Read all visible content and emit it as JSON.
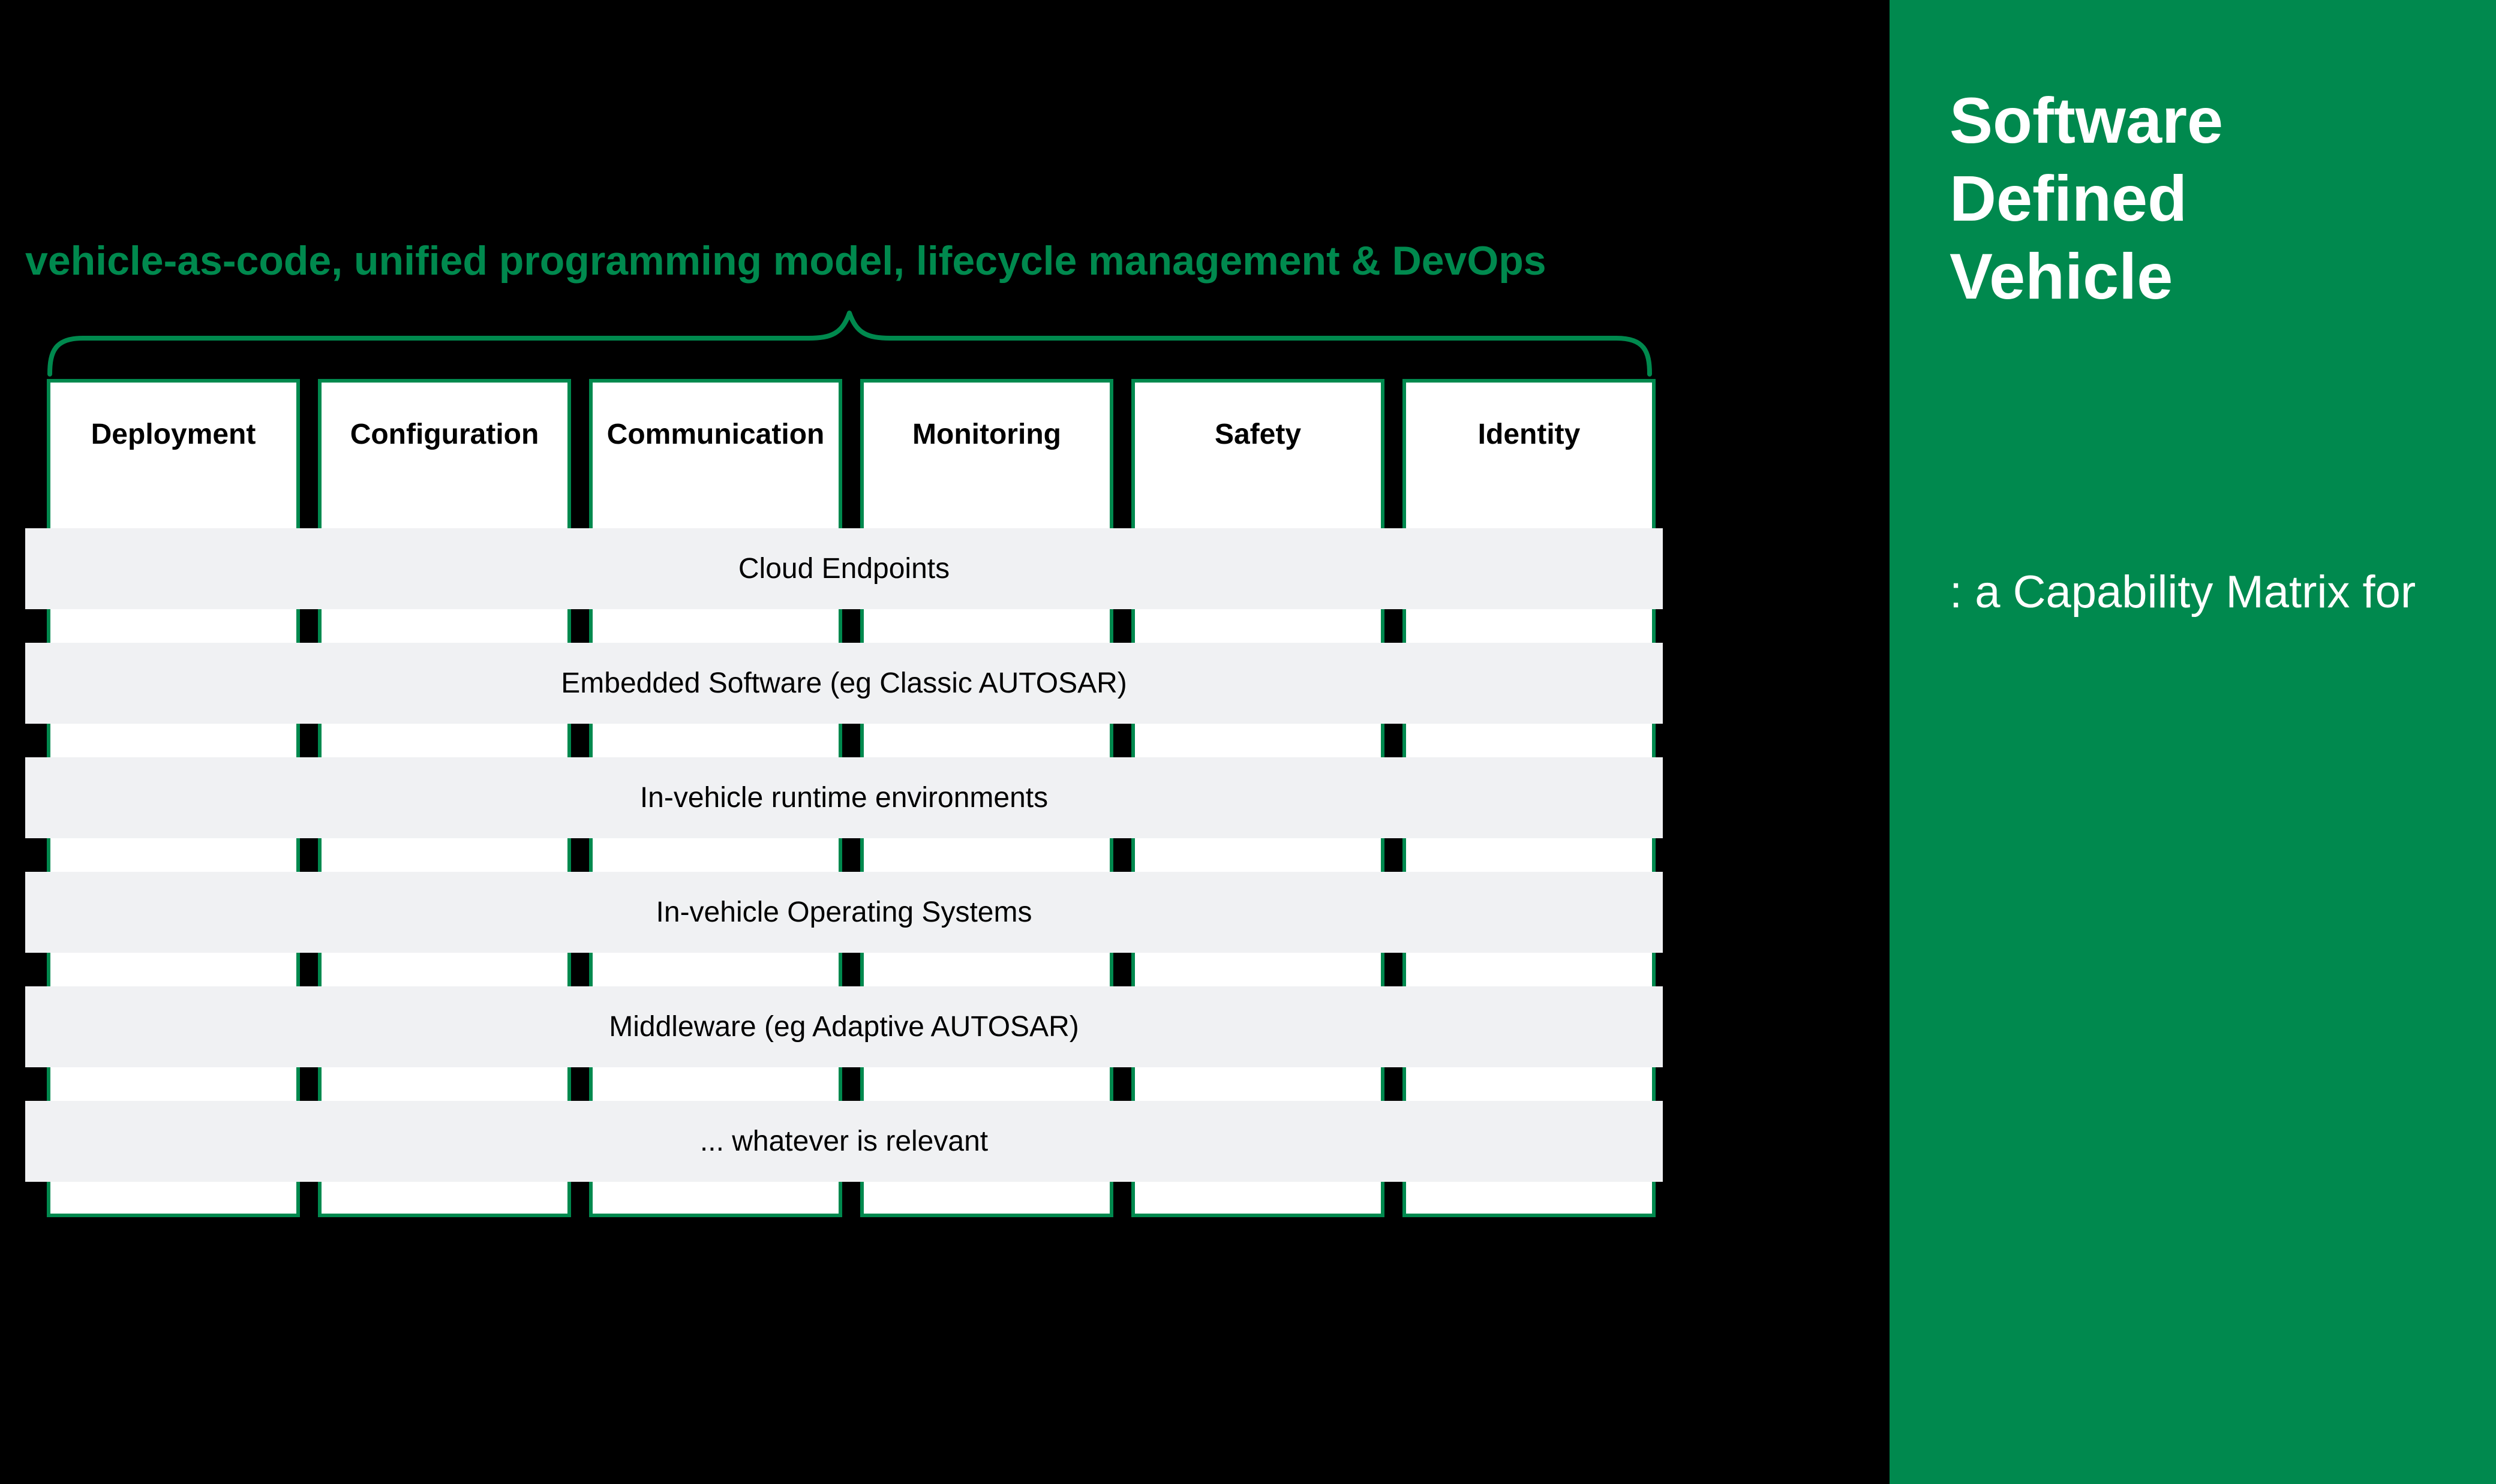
{
  "slide": {
    "heading": "vehicle-as-code, unified programming model, lifecycle management & DevOps",
    "matrix": {
      "columns": [
        "Deployment",
        "Configuration",
        "Communication",
        "Monitoring",
        "Safety",
        "Identity"
      ],
      "rows": [
        "Cloud Endpoints",
        "Embedded Software (eg Classic AUTOSAR)",
        "In-vehicle runtime environments",
        "In-vehicle Operating Systems",
        "Middleware (eg Adaptive AUTOSAR)",
        "... whatever is relevant"
      ]
    },
    "side_panel": {
      "title": "Software\nDefined\nVehicle",
      "subtitle": ": a Capability Matrix for"
    },
    "colors": {
      "accent_green": "#00894E",
      "row_gray": "#F0F1F3",
      "background": "#000000",
      "column_white": "#FFFFFF",
      "text_white": "#FFFFFF"
    }
  }
}
